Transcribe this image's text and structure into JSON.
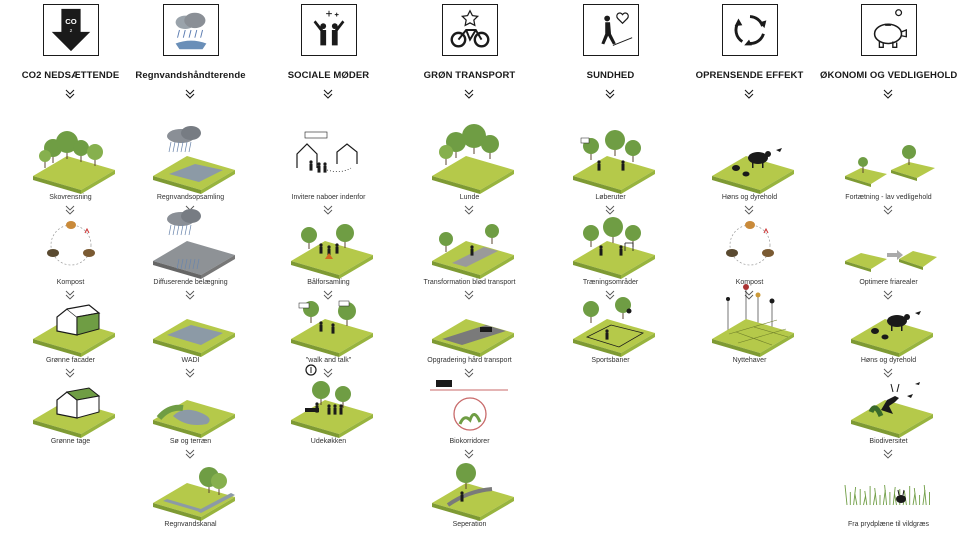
{
  "colors": {
    "grass": "#b5c94a",
    "grass_side": "#7e9a33",
    "tree": "#6f9d44",
    "ink": "#1a1a1a",
    "water": "#8c9aa6",
    "cloud": "#8a8f96"
  },
  "columns": [
    {
      "heading": "CO2 NEDSÆTTENDE",
      "icon": "co2-down-arrow-icon",
      "items": [
        {
          "caption": "Skovrensning",
          "art": "trees"
        },
        {
          "caption": "Kompost",
          "art": "cycle"
        },
        {
          "caption": "Grønne facader",
          "art": "house-green"
        },
        {
          "caption": "Grønne tage",
          "art": "house-roof"
        }
      ]
    },
    {
      "heading": "Regnvandshåndterende",
      "icon": "rain-cloud-icon",
      "items": [
        {
          "caption": "Regnvandsopsamling",
          "art": "rain-pond"
        },
        {
          "caption": "Diffuserende belægning",
          "art": "rain-pave"
        },
        {
          "caption": "WADI",
          "art": "swale"
        },
        {
          "caption": "Sø og terræn",
          "art": "lake"
        },
        {
          "caption": "Regnvandskanal",
          "art": "canal"
        }
      ]
    },
    {
      "heading": "SOCIALE MØDER",
      "icon": "people-celebrating-icon",
      "items": [
        {
          "caption": "Invitere naboer indenfor",
          "art": "houses-people"
        },
        {
          "caption": "Bålforsamling",
          "art": "bonfire"
        },
        {
          "caption": "\"walk and talk\"",
          "art": "walk"
        },
        {
          "caption": "Udekøkken",
          "art": "kitchen"
        }
      ]
    },
    {
      "heading": "GRØN TRANSPORT",
      "icon": "bicycle-star-icon",
      "items": [
        {
          "caption": "Lunde",
          "art": "grove"
        },
        {
          "caption": "Transformation blød transport",
          "art": "road-soft"
        },
        {
          "caption": "Opgradering hård transport",
          "art": "road-hard"
        },
        {
          "caption": "Biokorridorer",
          "art": "biocorridor"
        },
        {
          "caption": "Seperation",
          "art": "separation"
        }
      ]
    },
    {
      "heading": "SUNDHED",
      "icon": "walking-heart-icon",
      "items": [
        {
          "caption": "Løberuter",
          "art": "runners"
        },
        {
          "caption": "Træningsområder",
          "art": "training"
        },
        {
          "caption": "Sportsbaner",
          "art": "sportsfield"
        }
      ]
    },
    {
      "heading": "OPRENSENDE EFFEKT",
      "icon": "recycle-arrows-icon",
      "items": [
        {
          "caption": "Høns og dyrehold",
          "art": "animals"
        },
        {
          "caption": "Kompost",
          "art": "cycle"
        },
        {
          "caption": "Nyttehaver",
          "art": "gardens"
        }
      ]
    },
    {
      "heading": "ØKONOMI OG VEDLIGEHOLD",
      "icon": "piggy-bank-icon",
      "items": [
        {
          "caption": "Fortætning - lav vedligehold",
          "art": "two-plots"
        },
        {
          "caption": "Optimere friarealer",
          "art": "plots-arrow"
        },
        {
          "caption": "Høns og dyrehold",
          "art": "animals"
        },
        {
          "caption": "Biodiversitet",
          "art": "deer"
        },
        {
          "caption": "Fra prydplæne til vildgræs",
          "art": "wildgrass"
        }
      ]
    }
  ]
}
